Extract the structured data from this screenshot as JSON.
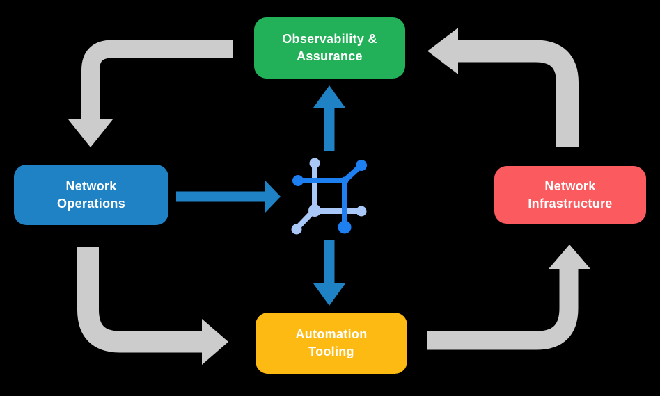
{
  "diagram": {
    "background": "#000000",
    "description": "Closed-loop network lifecycle diagram with four stages around a central network hub icon"
  },
  "nodes": {
    "observability": {
      "label": "Observability &\nAssurance",
      "color": "#22b158"
    },
    "operations": {
      "label": "Network\nOperations",
      "color": "#1f82c4"
    },
    "infrastructure": {
      "label": "Network\nInfrastructure",
      "color": "#fb5a5f"
    },
    "automation": {
      "label": "Automation\nTooling",
      "color": "#fdba12"
    }
  },
  "center_icon": {
    "name": "network-hub-icon"
  },
  "colors": {
    "arrow_gray": "#cccccc",
    "arrow_blue": "#1f82c4",
    "icon_dark_blue": "#1e7ff0",
    "icon_light_blue": "#a9c8f7",
    "node_text": "#ffffff"
  },
  "flows": [
    {
      "from": "Observability & Assurance",
      "to": "Network Operations",
      "style": "gray-corner-arrow"
    },
    {
      "from": "Network Operations",
      "to": "Automation Tooling",
      "style": "gray-corner-arrow"
    },
    {
      "from": "Automation Tooling",
      "to": "Network Infrastructure",
      "style": "gray-corner-arrow"
    },
    {
      "from": "Network Infrastructure",
      "to": "Observability & Assurance",
      "style": "gray-corner-arrow"
    },
    {
      "from": "Network Operations",
      "to": "center-hub",
      "style": "blue-straight-arrow"
    },
    {
      "from": "center-hub",
      "to": "Observability & Assurance",
      "style": "blue-straight-arrow"
    },
    {
      "from": "center-hub",
      "to": "Automation Tooling",
      "style": "blue-straight-arrow"
    }
  ]
}
